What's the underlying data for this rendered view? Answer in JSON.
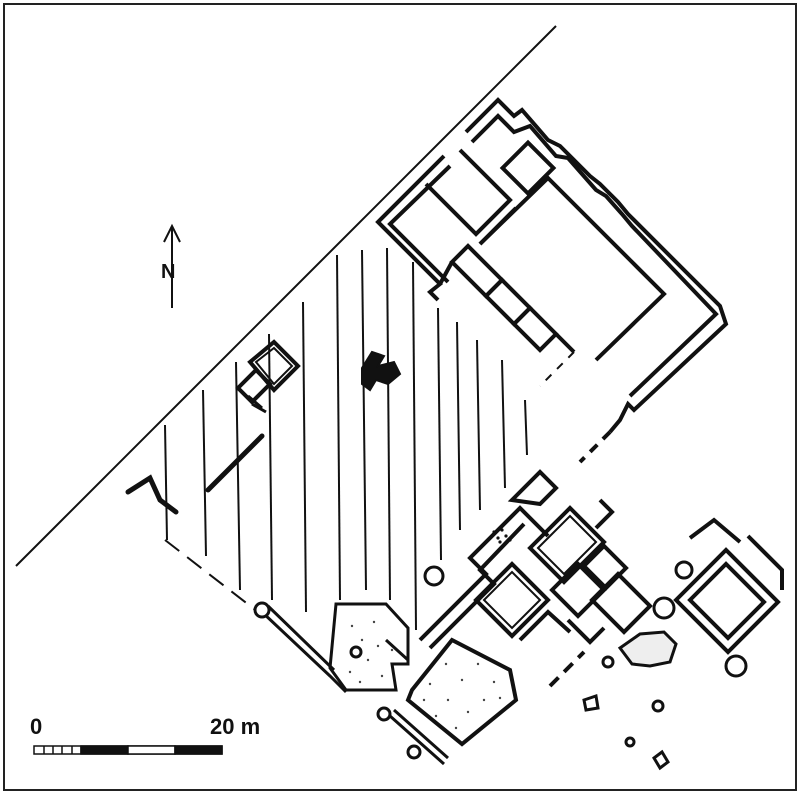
{
  "figure": {
    "north_label": "N",
    "scale_start_label": "0",
    "scale_end_label": "20 m",
    "ink_color": "#111111",
    "background_color": "#ffffff"
  }
}
